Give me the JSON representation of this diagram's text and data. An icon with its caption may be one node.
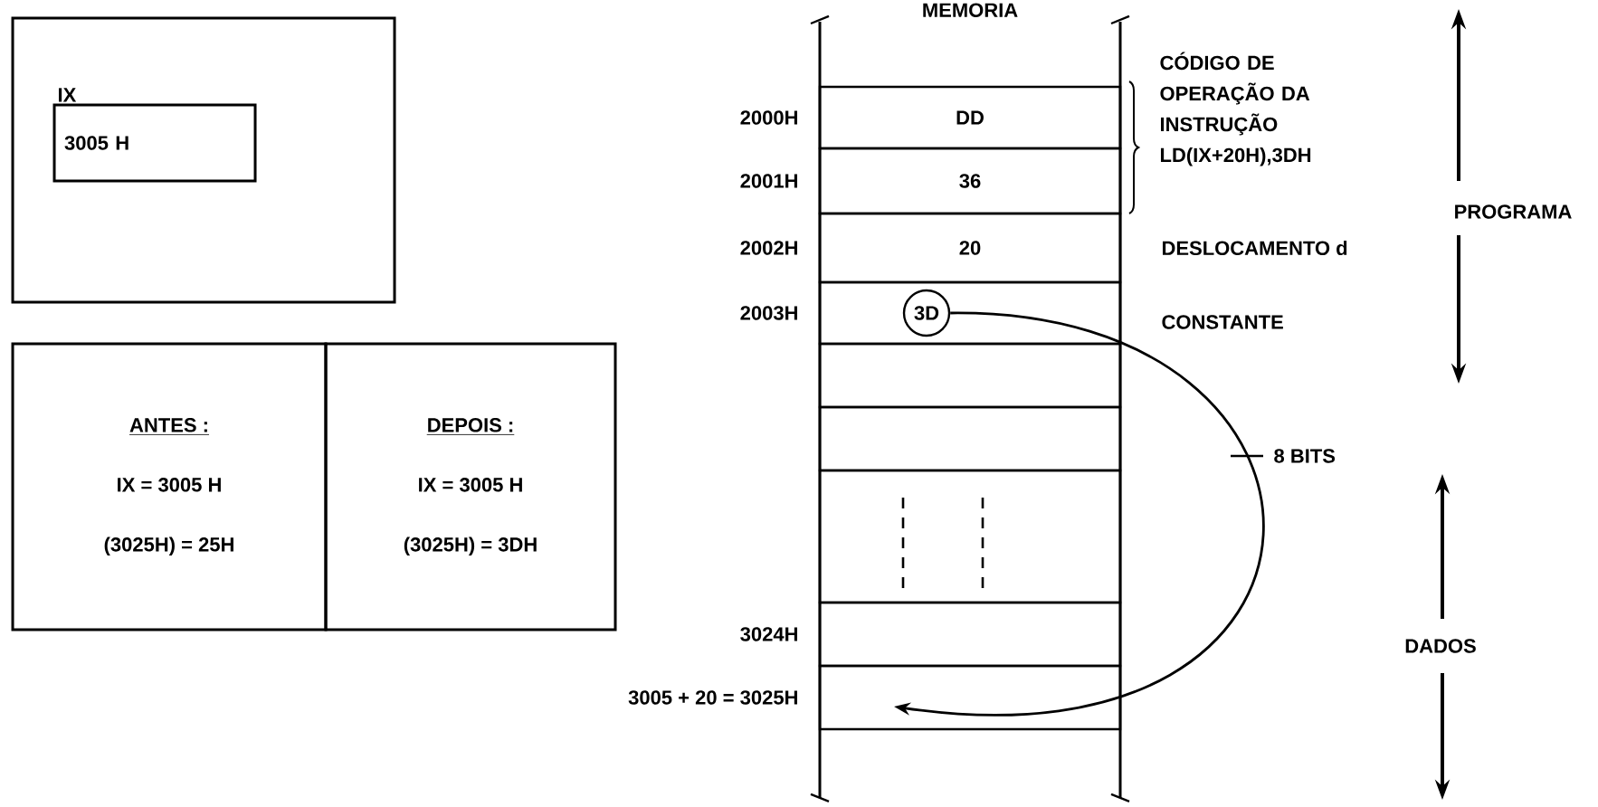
{
  "diagram": {
    "nodes": [
      {
        "text": [],
        "shape": "box"
      },
      {
        "text": [
          "IX",
          "3005 H"
        ],
        "in": 0
      },
      {
        "text": [
          "ANTES :",
          "IX = 3005 H",
          "(3025H) = 25H"
        ]
      },
      {
        "text": [
          "DEPOIS :",
          "IX = 3005 H",
          "(3025H) = 3DH"
        ]
      },
      {
        "text": [
          "MEMORIA"
        ]
      },
      {
        "text": [
          "DD"
        ],
        "in": 4,
        "beside": [
          "2000H"
        ]
      },
      {
        "text": [
          "36"
        ],
        "in": 4,
        "beside": [
          "2001H"
        ]
      },
      {
        "text": [
          "20"
        ],
        "in": 4,
        "beside": [
          "2002H"
        ]
      },
      {
        "text": [],
        "shape": "box",
        "in": 4,
        "beside": [
          "2003H"
        ]
      },
      {
        "text": [
          "3D"
        ],
        "in": 8
      },
      {
        "text": [],
        "shape": "box",
        "in": 4
      },
      {
        "text": [],
        "shape": "box",
        "in": 4
      },
      {
        "text": [],
        "shape": "box",
        "in": 4
      },
      {
        "text": [],
        "shape": "box",
        "in": 4,
        "beside": [
          "3024H"
        ]
      },
      {
        "text": [],
        "shape": "box",
        "in": 4,
        "beside": [
          "3005 + 20 = 3025H"
        ]
      }
    ],
    "edges": [
      {
        "from": 9,
        "to": 14,
        "arrow": "to",
        "label": "8 BITS"
      }
    ],
    "labels": [
      "CÓDIGO DE OPERAÇÃO DA INSTRUÇÃO LD(IX+20H),3DH",
      "PROGRAMA",
      "DESLOCAMENTO d",
      "CONSTANTE",
      "DADOS"
    ]
  }
}
